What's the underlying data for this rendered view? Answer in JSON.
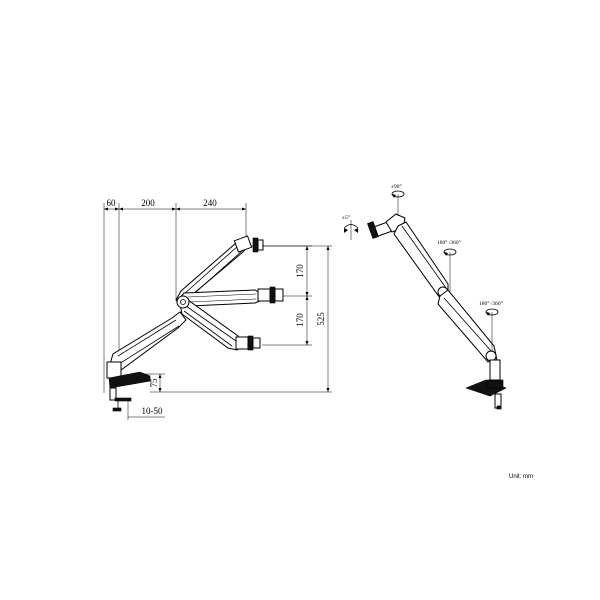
{
  "left_view": {
    "dims_top": [
      "60",
      "200",
      "240"
    ],
    "dims_right": [
      "170",
      "170",
      "525"
    ],
    "dim_base_height": "75",
    "dim_clamp_range": "10-50"
  },
  "right_view": {
    "tilt": "±5°",
    "swivel_head": "±90°",
    "rotation_mid": "180° /360°",
    "rotation_low": "180° /360°"
  },
  "unit_label": "Unit: mm"
}
